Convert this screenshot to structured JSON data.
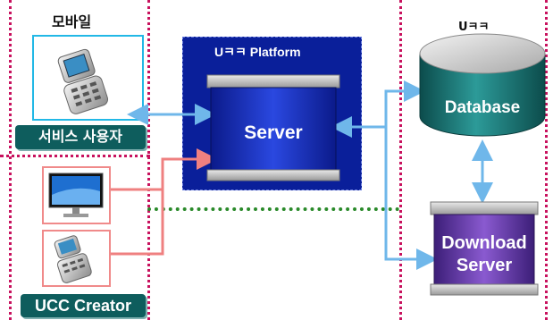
{
  "left_panel": {
    "title": "모바일",
    "service_user_label": "서비스 사용자",
    "ucc_creator_label": "UCC Creator"
  },
  "platform": {
    "title": "Uㅋㅋ Platform",
    "server_label": "Server"
  },
  "right_panel": {
    "title": "Uㅋㅋ",
    "database_label": "Database",
    "download_server_line1": "Download",
    "download_server_line2": "Server"
  },
  "colors": {
    "divider_dotted": "#c8125e",
    "separator_green": "#2a8a2a",
    "platform_bg": "#0a1f9a",
    "label_bg": "#0e5d5d",
    "cyan_frame": "#22b8e6",
    "pink_frame": "#f08a8a",
    "arrow_blue": "#6fb7ea",
    "arrow_pink": "#ef8080"
  },
  "icons": [
    "mobile-phone-icon",
    "desktop-monitor-icon",
    "flip-phone-icon",
    "database-cylinder-icon",
    "server-block-icon"
  ]
}
